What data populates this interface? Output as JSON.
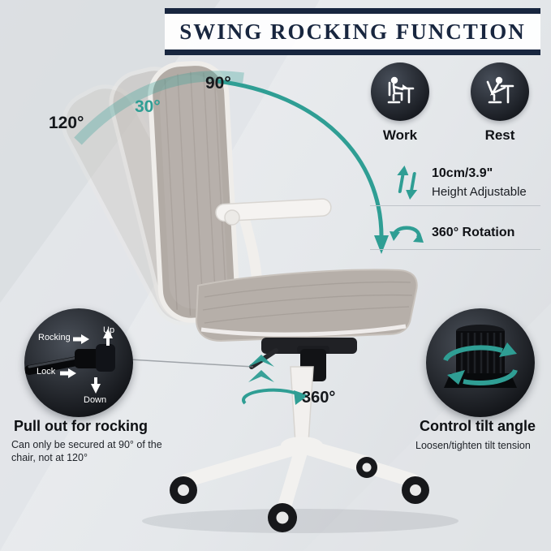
{
  "header": {
    "title": "SWING ROCKING FUNCTION"
  },
  "angles": {
    "a90": "90°",
    "a30": "30°",
    "a120": "120°",
    "a360": "360°"
  },
  "features": {
    "work": {
      "label": "Work"
    },
    "rest": {
      "label": "Rest"
    },
    "height": {
      "value": "10cm/3.9\"",
      "label": "Height Adjustable"
    },
    "rotation": {
      "label": "360° Rotation"
    }
  },
  "rocking": {
    "inner": {
      "rocking": "Rocking",
      "up": "Up",
      "lock": "Lock",
      "down": "Down"
    },
    "title": "Pull out for rocking",
    "desc_line1": "Can only be secured at 90° of the",
    "desc_line2": "chair, not at 120°"
  },
  "tilt": {
    "title": "Control tilt angle",
    "desc": "Loosen/tighten tilt tension"
  },
  "colors": {
    "accent": "#2f9e94",
    "navy": "#18263f"
  }
}
